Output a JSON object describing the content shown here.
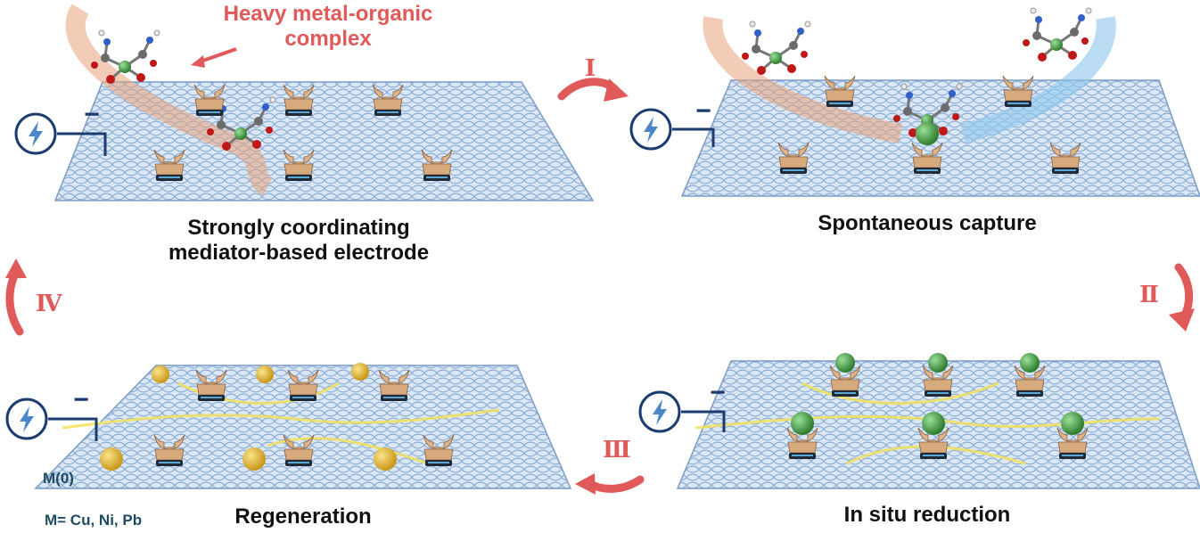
{
  "title_top": {
    "line1": "Heavy metal-organic",
    "line2": "complex"
  },
  "panels": {
    "top_left": {
      "line1": "Strongly coordinating",
      "line2": "mediator-based electrode"
    },
    "top_right": {
      "label": "Spontaneous capture"
    },
    "bottom_right": {
      "label": "In situ reduction"
    },
    "bottom_left": {
      "label": "Regeneration",
      "metal_state": "M(0)",
      "metals": "M= Cu, Ni, Pb"
    }
  },
  "steps": {
    "s1": "Ⅰ",
    "s2": "Ⅱ",
    "s3": "Ⅲ",
    "s4": "Ⅳ"
  },
  "electrode_sign": "−",
  "colors": {
    "accent_red": "#e15a5a",
    "mesh_blue": "#9fbcdc",
    "electrode_navy": "#1c3b6e",
    "metal_green": "#3f9a3f",
    "metal_gold": "#e2b52c"
  },
  "icons": [
    "lightning-icon",
    "metal-complex-icon",
    "mediator-cup-icon",
    "metal-ball-icon"
  ]
}
